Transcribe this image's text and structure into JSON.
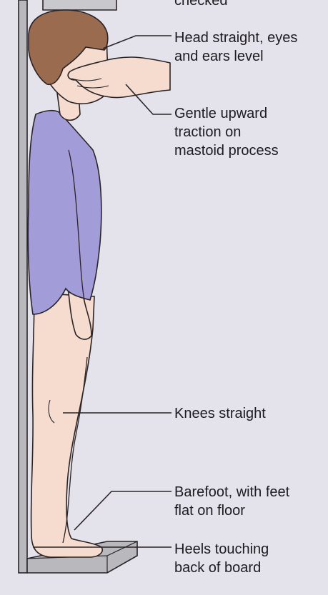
{
  "header_fragment": "checked",
  "annotations": {
    "head": "Head straight, eyes\nand ears level",
    "traction": "Gentle upward\ntraction on\nmastoid process",
    "knees": "Knees straight",
    "barefoot": "Barefoot, with feet\nflat on floor",
    "heels": "Heels touching\nback of board"
  },
  "colors": {
    "background": "#e4e2ea",
    "swimsuit": "#a29cd8",
    "skin": "#f6dccf",
    "hair": "#9a6b4e",
    "board": "#b9b8bd",
    "outline": "#2a2428"
  }
}
